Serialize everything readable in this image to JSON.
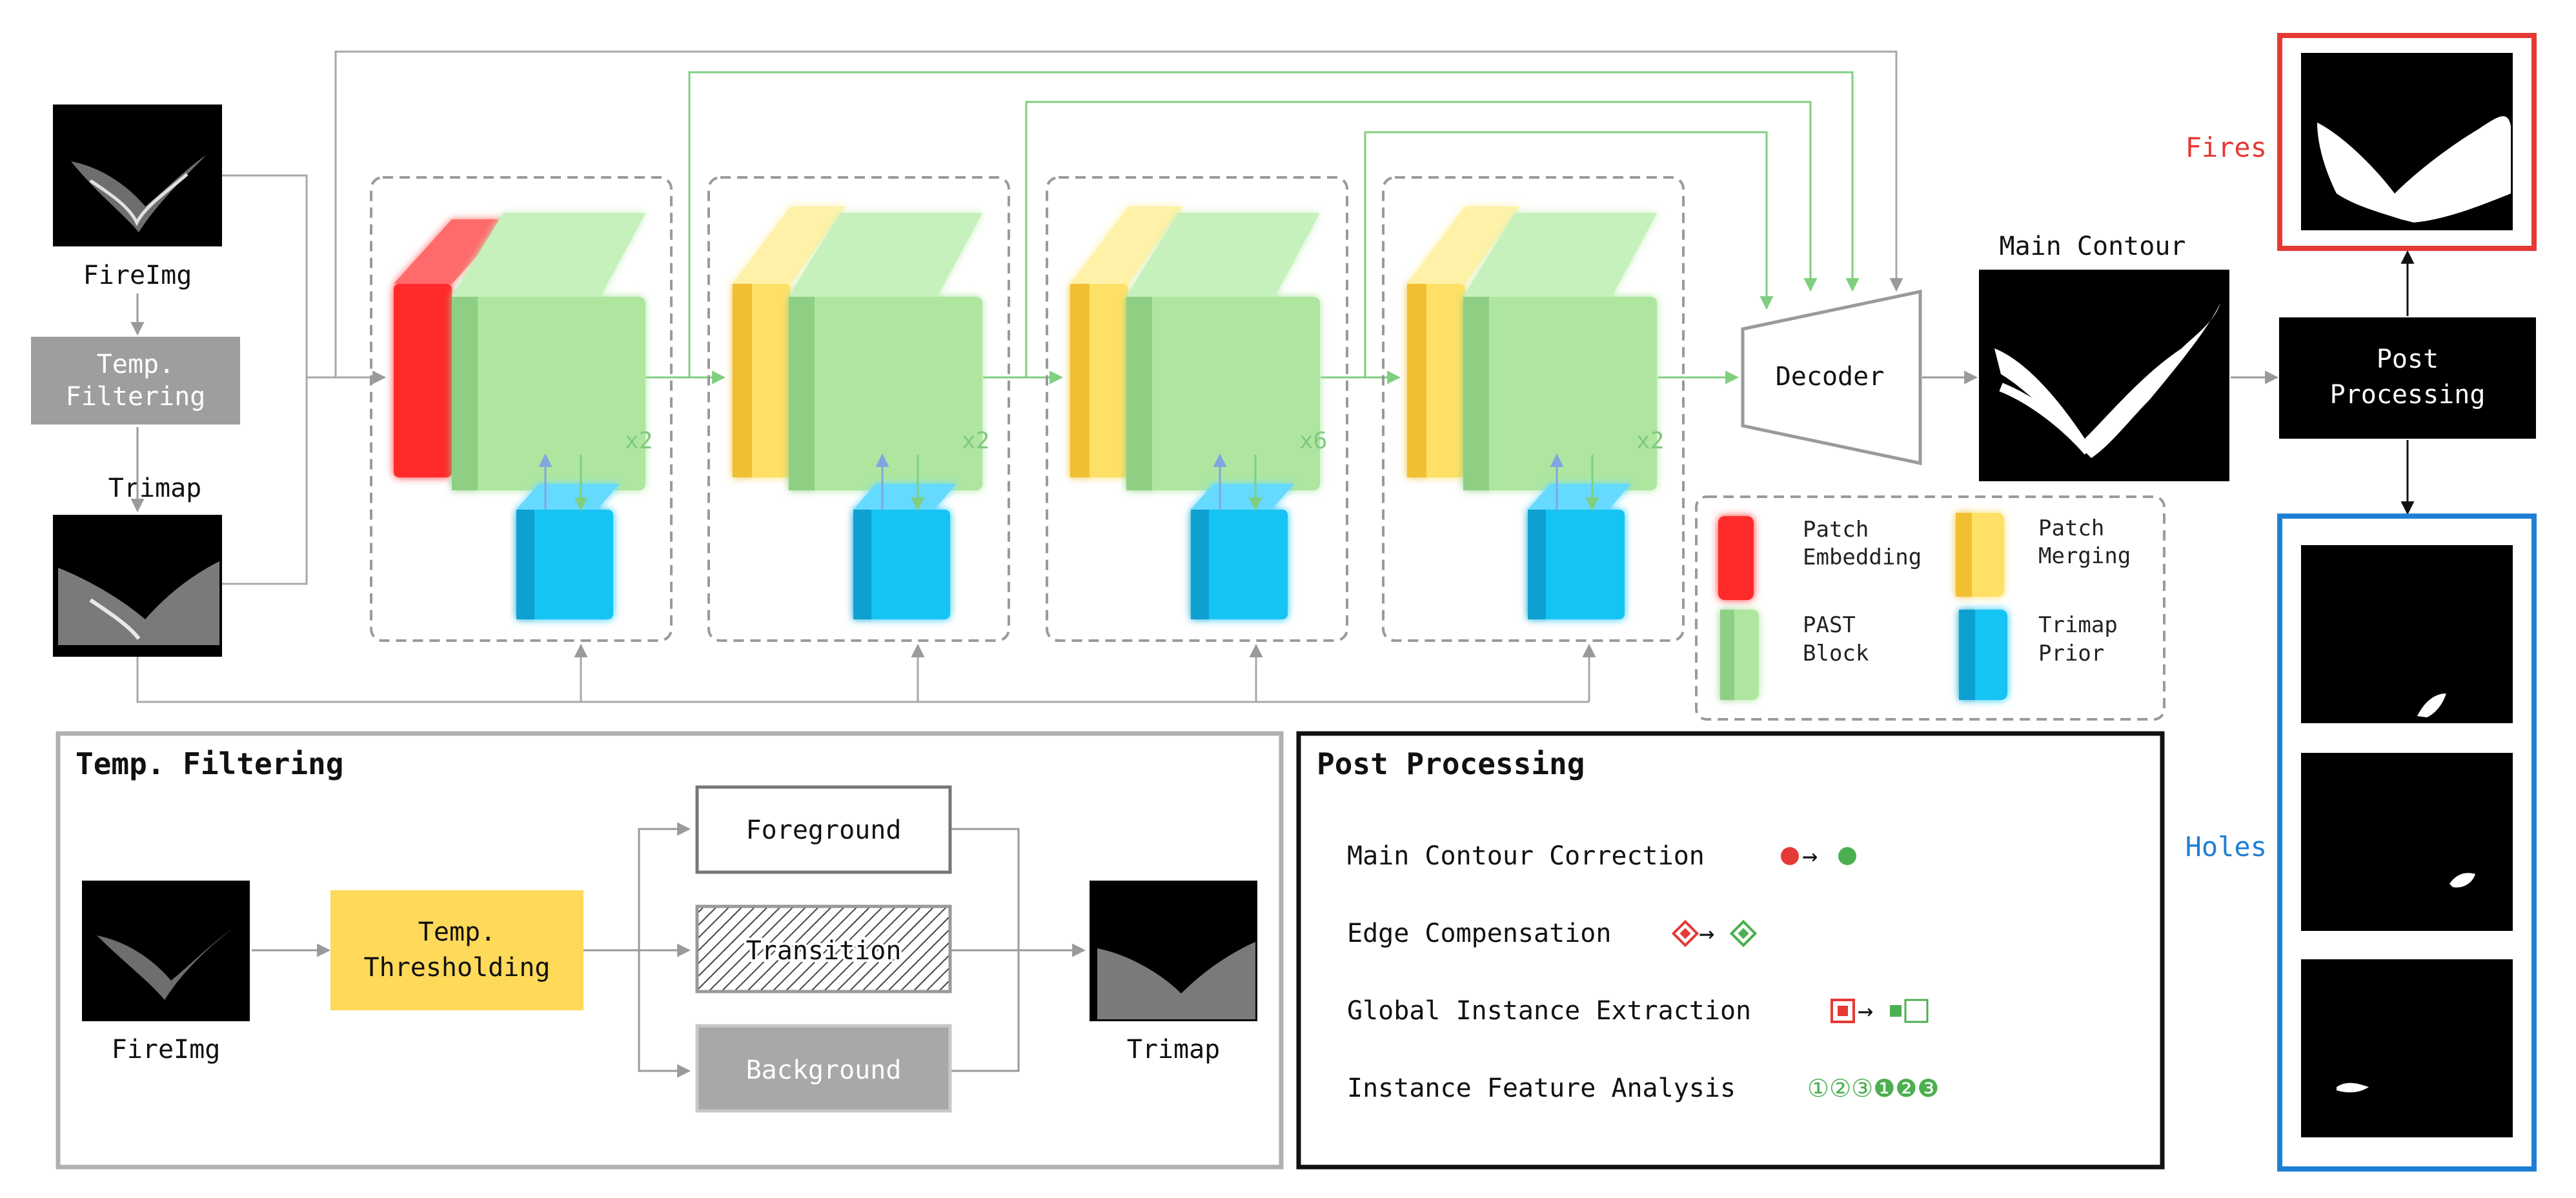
{
  "inputs": {
    "fire_label": "FireImg",
    "trimap_label": "Trimap",
    "temp_filtering_line1": "Temp.",
    "temp_filtering_line2": "Filtering"
  },
  "encoder": {
    "stages": [
      {
        "multiplier": "x2",
        "first_block": "patch-embedding"
      },
      {
        "multiplier": "x2",
        "first_block": "patch-merging"
      },
      {
        "multiplier": "x6",
        "first_block": "patch-merging"
      },
      {
        "multiplier": "x2",
        "first_block": "patch-merging"
      }
    ]
  },
  "decoder": {
    "label": "Decoder"
  },
  "main_contour": {
    "label": "Main Contour"
  },
  "post_processing_box": {
    "line1": "Post",
    "line2": "Processing"
  },
  "outputs": {
    "fires_label": "Fires",
    "holes_label": "Holes"
  },
  "legend": {
    "patch_embedding_line1": "Patch",
    "patch_embedding_line2": "Embedding",
    "patch_merging_line1": "Patch",
    "patch_merging_line2": "Merging",
    "past_block_line1": "PAST",
    "past_block_line2": "Block",
    "trimap_prior_line1": "Trimap",
    "trimap_prior_line2": "Prior"
  },
  "temp_filtering_panel": {
    "title": "Temp. Filtering",
    "input_label": "FireImg",
    "thresholding_line1": "Temp.",
    "thresholding_line2": "Thresholding",
    "foreground": "Foreground",
    "transition": "Transition",
    "background": "Background",
    "output_label": "Trimap"
  },
  "post_processing_panel": {
    "title": "Post Processing",
    "steps": [
      "Main Contour Correction",
      "Edge Compensation",
      "Global Instance Extraction",
      "Instance Feature Analysis"
    ],
    "analysis_symbols": "①②③❶❷❸"
  },
  "colors": {
    "red": "#ff2a2a",
    "yellow": "#ffe066",
    "green": "#aee6a0",
    "blue": "#18c4f4",
    "fires_border": "#e53935",
    "holes_border": "#1e7fd6",
    "fires_text": "#e53935",
    "holes_text": "#1e7fd6"
  }
}
